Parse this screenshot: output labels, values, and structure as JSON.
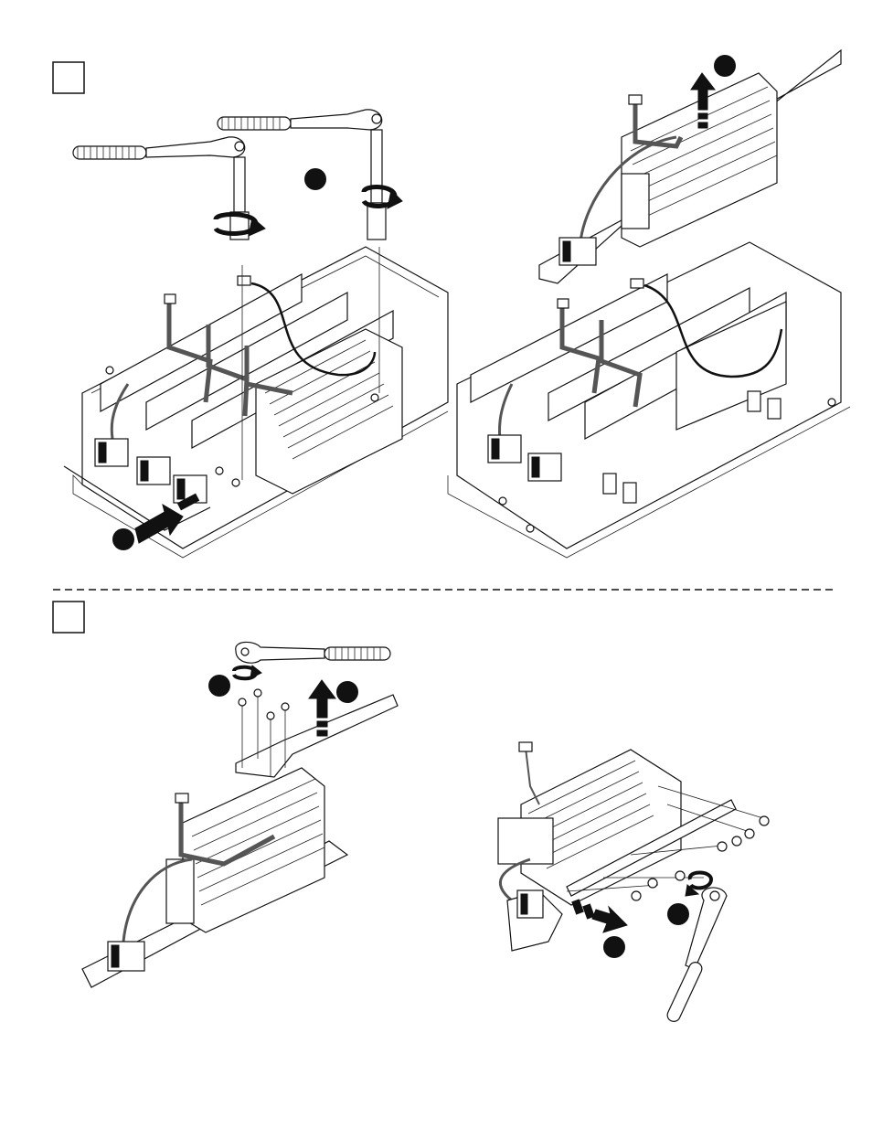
{
  "diagram": {
    "step_boxes": [
      {
        "id": "step-a",
        "label": ""
      },
      {
        "id": "step-b",
        "label": ""
      }
    ],
    "callouts": [
      {
        "id": "callout-1"
      },
      {
        "id": "callout-2"
      },
      {
        "id": "callout-3"
      },
      {
        "id": "callout-4"
      },
      {
        "id": "callout-5"
      },
      {
        "id": "callout-6"
      },
      {
        "id": "callout-7"
      }
    ],
    "colors": {
      "line": "#111111",
      "background": "#ffffff",
      "cable": "#555555"
    }
  }
}
